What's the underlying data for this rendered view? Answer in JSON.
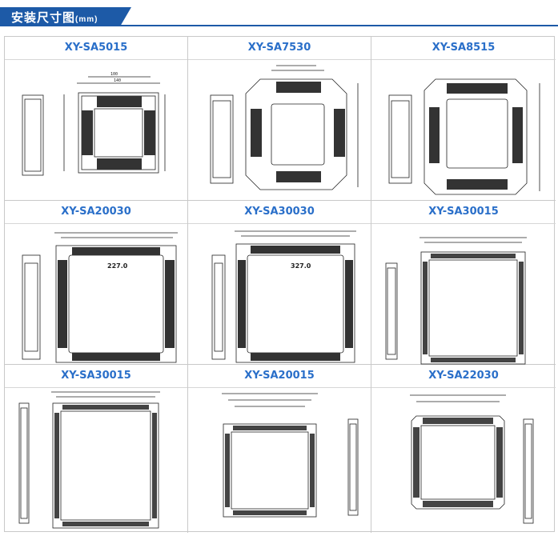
{
  "header": {
    "title": "安装尺寸图",
    "unit": "(mm)"
  },
  "products": [
    {
      "model": "XY-SA5015"
    },
    {
      "model": "XY-SA7530"
    },
    {
      "model": "XY-SA8515"
    },
    {
      "model": "XY-SA20030",
      "dim_label": "227.0"
    },
    {
      "model": "XY-SA30030",
      "dim_label": "327.0"
    },
    {
      "model": "XY-SA30015"
    },
    {
      "model": "XY-SA30015"
    },
    {
      "model": "XY-SA20015"
    },
    {
      "model": "XY-SA22030"
    }
  ]
}
